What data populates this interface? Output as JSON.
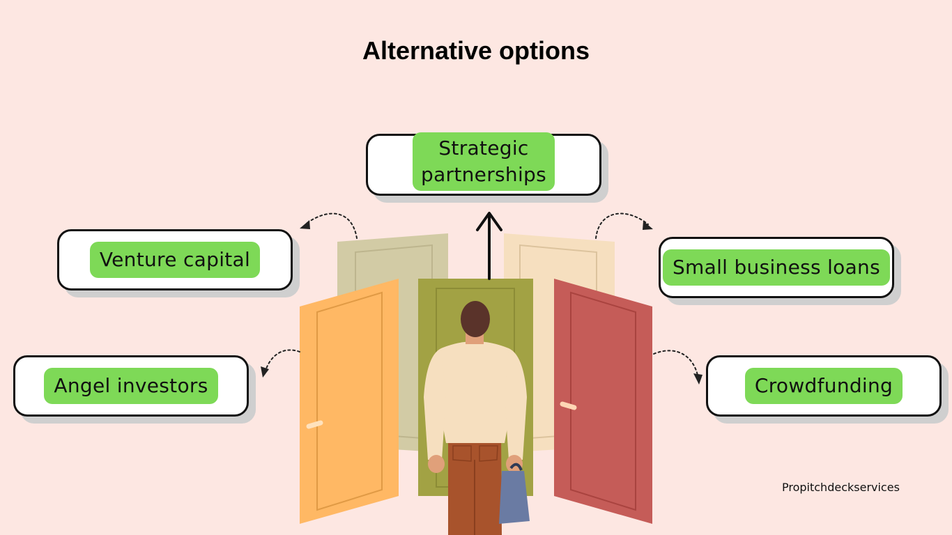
{
  "title": "Alternative options",
  "options": {
    "strategic": "Strategic\npartnerships",
    "venture": "Venture capital",
    "small_business": "Small business loans",
    "angel": "Angel investors",
    "crowdfunding": "Crowdfunding"
  },
  "brand": "Propitchdeckservices",
  "colors": {
    "background": "#fde7e2",
    "pill": "#7ed957",
    "door_orange": "#ffb864",
    "door_green": "#a2a244",
    "door_red": "#c55c58",
    "door_beige": "#d2cba5",
    "door_cream": "#f6dfbf"
  }
}
